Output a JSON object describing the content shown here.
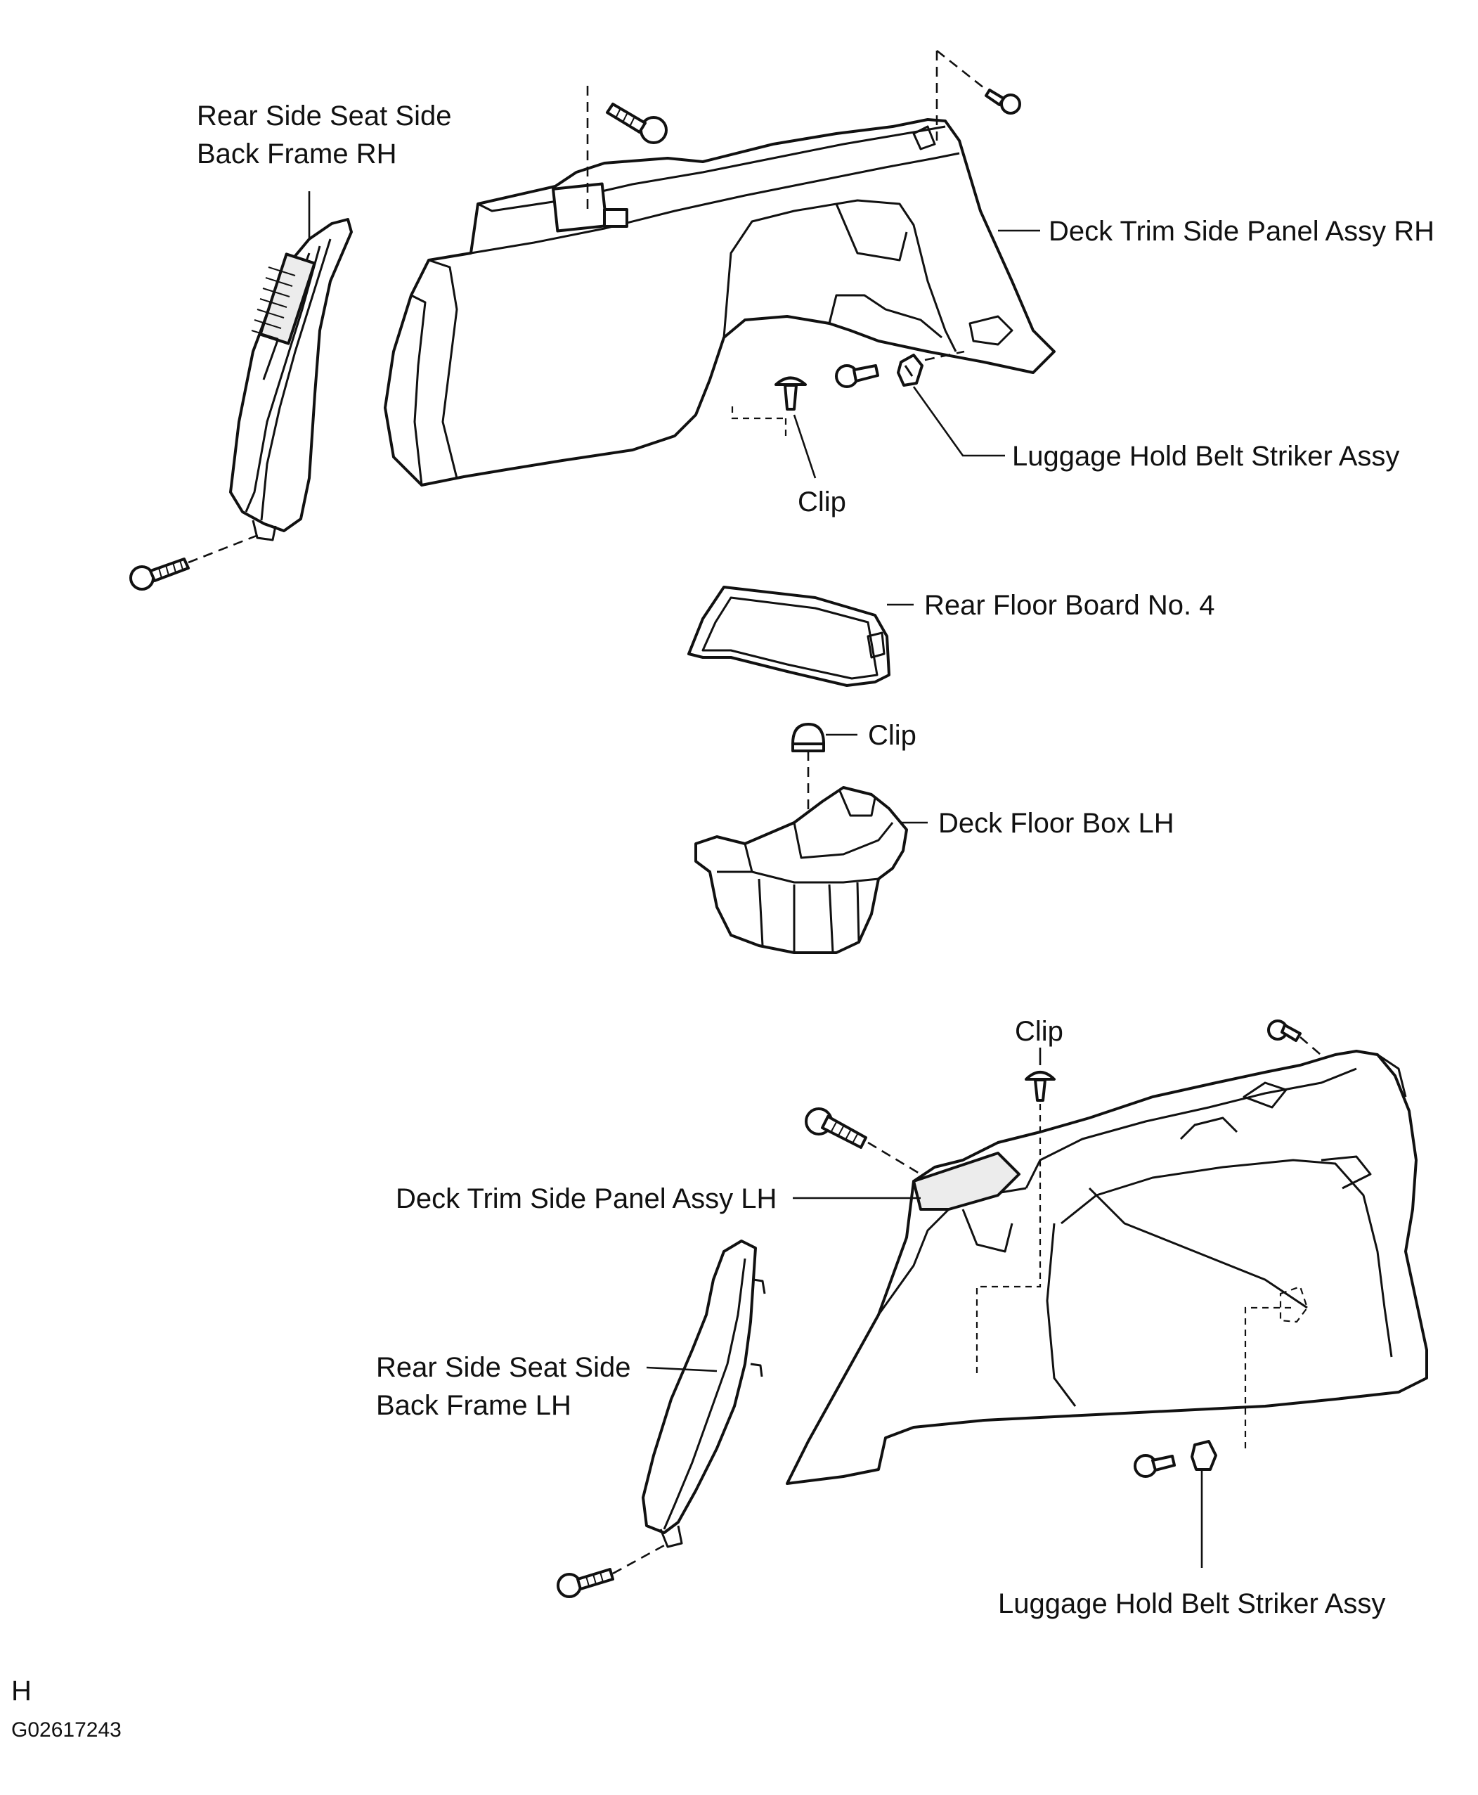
{
  "labels": {
    "rear_side_back_frame_rh_line1": "Rear Side Seat Side",
    "rear_side_back_frame_rh_line2": "Back Frame RH",
    "deck_trim_rh": "Deck Trim Side Panel Assy RH",
    "luggage_striker_top": "Luggage Hold Belt Striker Assy",
    "clip_top": "Clip",
    "rear_floor_board": "Rear Floor Board No. 4",
    "clip_middle": "Clip",
    "deck_floor_box": "Deck Floor Box LH",
    "clip_bottom": "Clip",
    "deck_trim_lh": "Deck Trim Side Panel Assy LH",
    "rear_side_back_frame_lh_line1": "Rear Side Seat Side",
    "rear_side_back_frame_lh_line2": "Back Frame LH",
    "luggage_striker_bottom": "Luggage Hold Belt Striker Assy"
  },
  "footer": {
    "letter": "H",
    "code": "G02617243"
  }
}
